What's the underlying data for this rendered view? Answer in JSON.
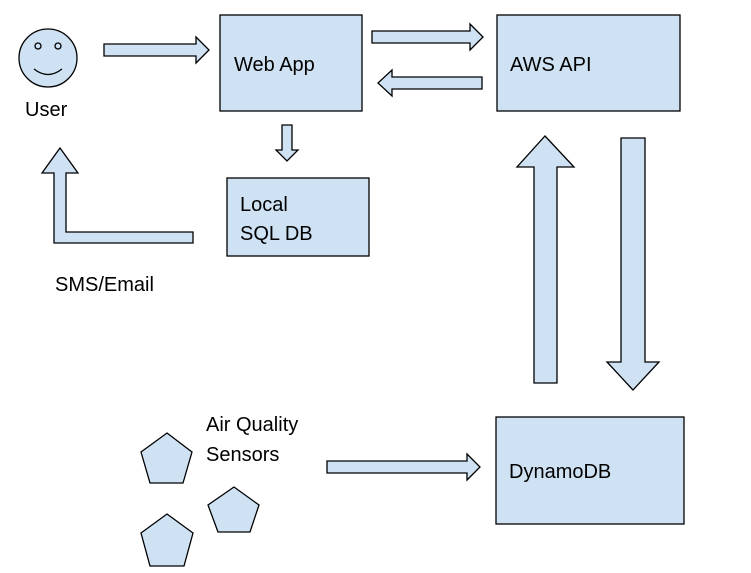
{
  "diagram": {
    "nodes": {
      "user": {
        "label": "User"
      },
      "web_app": {
        "label": "Web App"
      },
      "aws_api": {
        "label": "AWS API"
      },
      "local_db": {
        "label_line1": "Local",
        "label_line2": "SQL DB"
      },
      "dynamodb": {
        "label": "DynamoDB"
      },
      "sensors": {
        "label_line1": "Air Quality",
        "label_line2": "Sensors"
      }
    },
    "edge_labels": {
      "notification": "SMS/Email"
    }
  },
  "colors": {
    "fill": "#cfe2f3",
    "stroke": "#000000",
    "text": "#000000"
  }
}
